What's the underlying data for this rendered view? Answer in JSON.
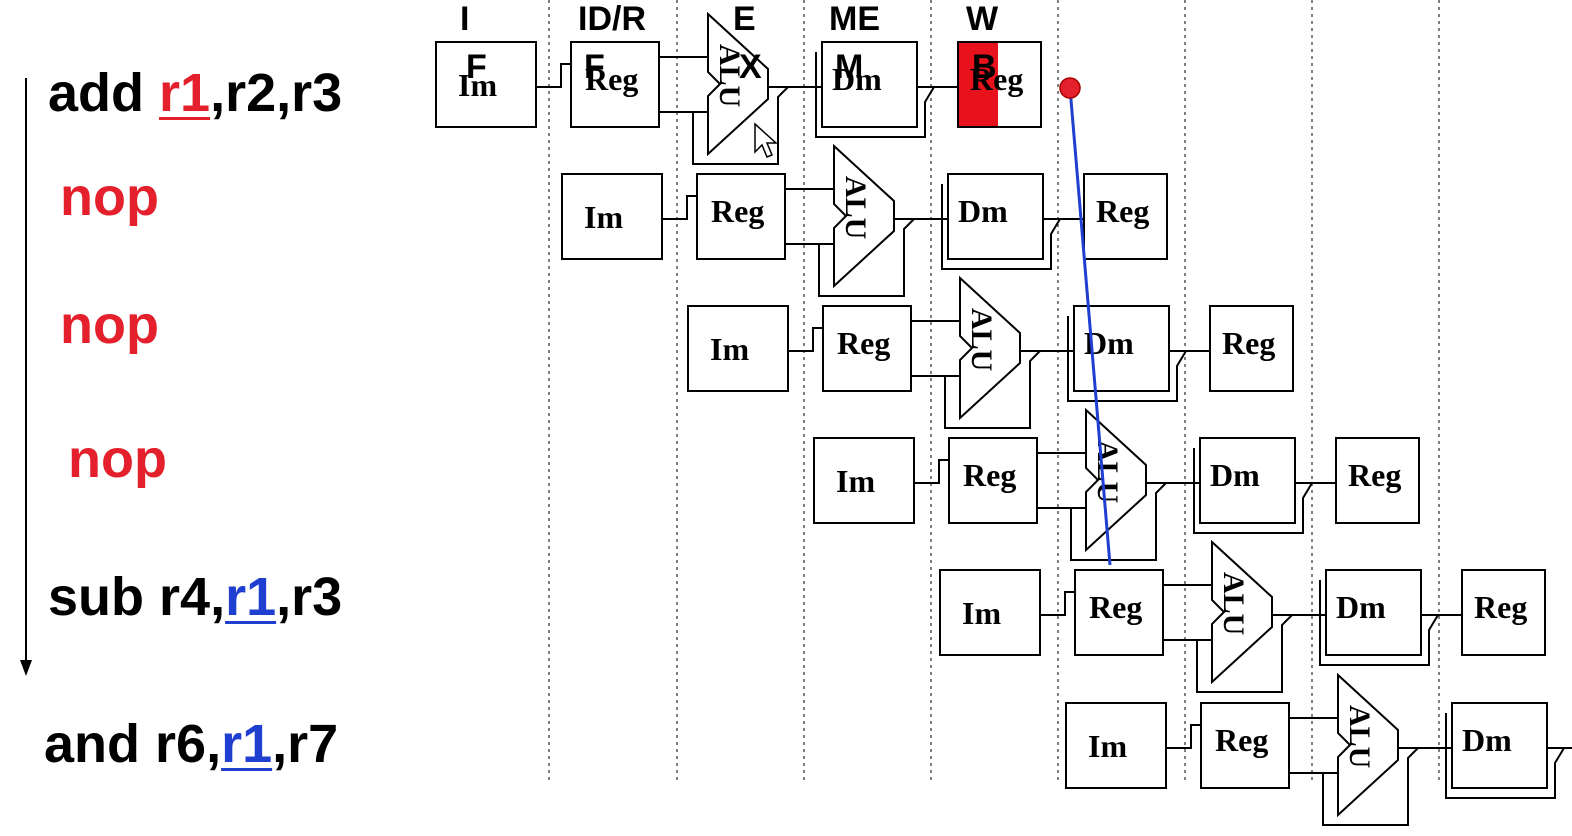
{
  "stage_headers": [
    {
      "line1": "I",
      "line2": "F"
    },
    {
      "line1": "ID/R",
      "line2": "F"
    },
    {
      "line1": "E",
      "line2": "X"
    },
    {
      "line1": "ME",
      "line2": "M"
    },
    {
      "line1": "W",
      "line2": "B"
    }
  ],
  "instructions": [
    {
      "kind": "add",
      "op": "add",
      "dst": "r1",
      "rest": ",r2,r3"
    },
    {
      "kind": "nop",
      "op": "nop"
    },
    {
      "kind": "nop",
      "op": "nop"
    },
    {
      "kind": "nop",
      "op": "nop"
    },
    {
      "kind": "sub",
      "op": "sub",
      "pre": "r4,",
      "src": "r1",
      "rest": ",r3"
    },
    {
      "kind": "and",
      "op": "and",
      "pre": "r6,",
      "src": "r1",
      "rest": ",r7"
    }
  ],
  "unit_labels": {
    "im": "Im",
    "reg": "Reg",
    "alu": "ALU",
    "dm": "Dm"
  },
  "colors": {
    "hazard_red": "#e3202b",
    "forward_blue": "#1f3fd0",
    "writeback_fill": "#e8121c"
  }
}
